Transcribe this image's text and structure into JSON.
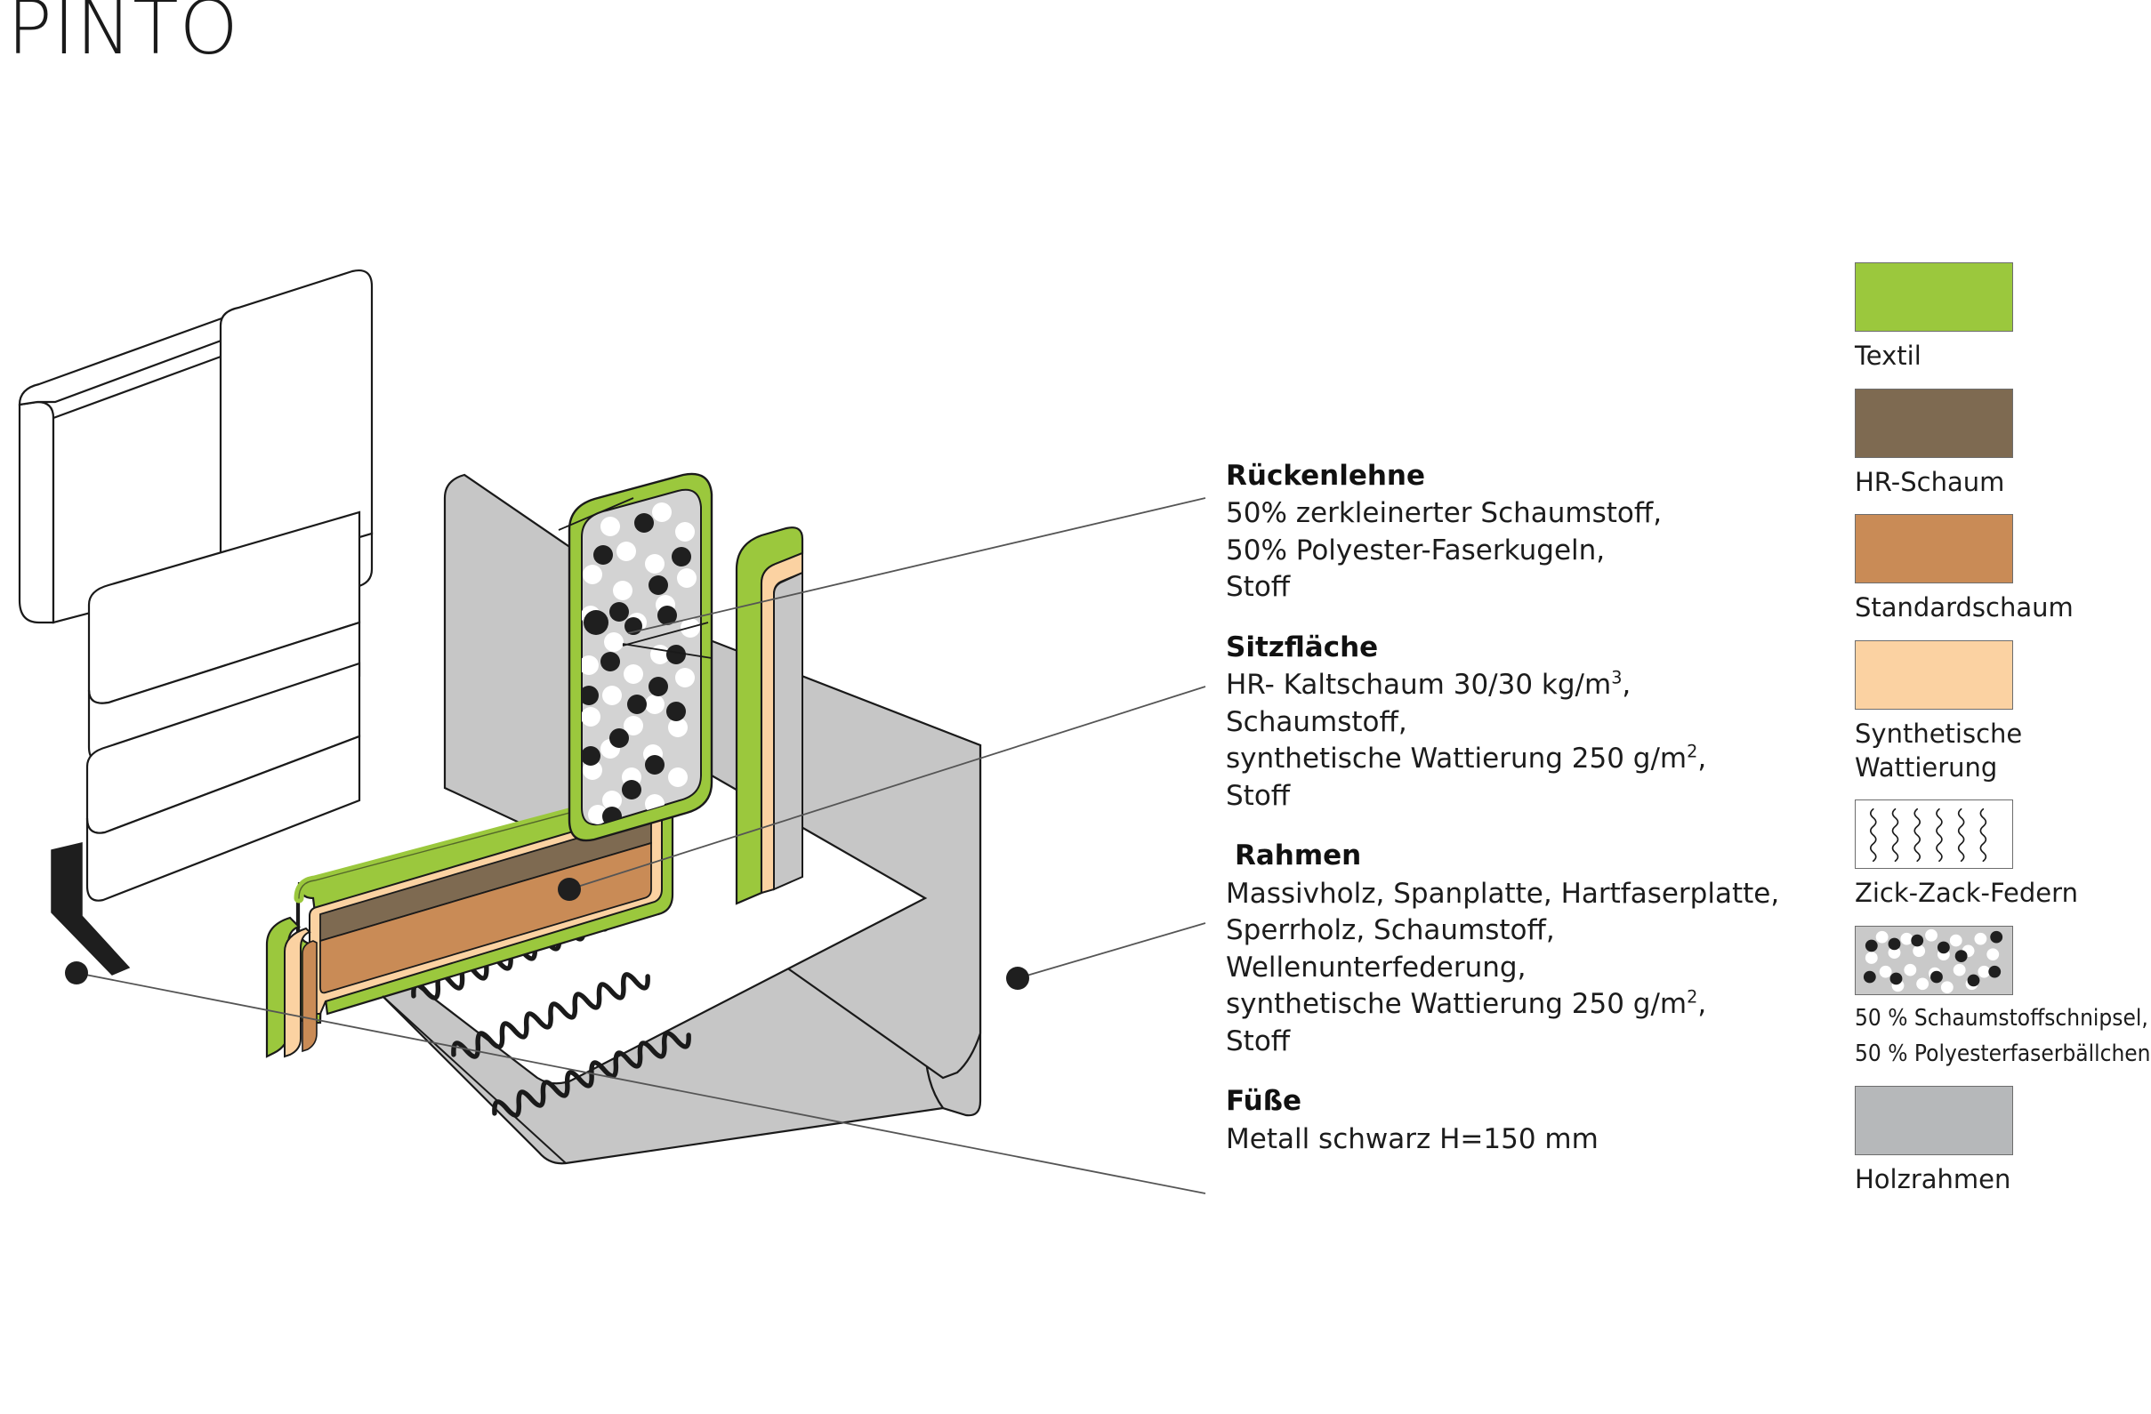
{
  "title": "PINTO",
  "specs": [
    {
      "heading": "Rückenlehne",
      "lines": [
        "50% zerkleinerter Schaumstoff,",
        "50% Polyester-Faserkugeln,",
        "Stoff"
      ]
    },
    {
      "heading": "Sitzfläche",
      "lines": [
        "HR- Kaltschaum 30/30 kg/m³,",
        "Schaumstoff,",
        "synthetische Wattierung 250 g/m²,",
        "Stoff"
      ]
    },
    {
      "heading": "Rahmen",
      "lines": [
        "Massivholz, Spanplatte, Hartfaserplatte,",
        "Sperrholz, Schaumstoff,",
        "Wellenunterfederung,",
        "synthetische Wattierung 250 g/m²,",
        "Stoff"
      ]
    },
    {
      "heading": "Füße",
      "lines": [
        "Metall schwarz H=150 mm"
      ]
    }
  ],
  "legend": [
    {
      "label": "Textil",
      "type": "solid",
      "color": "#9BC83D"
    },
    {
      "label": "HR-Schaum",
      "type": "solid",
      "color": "#7E6A51"
    },
    {
      "label": "Standardschaum",
      "type": "solid",
      "color": "#C98B56"
    },
    {
      "label": "Synthetische\nWattierung",
      "label_line1": "Synthetische",
      "label_line2": "Wattierung",
      "type": "solid",
      "color": "#FBD2A2"
    },
    {
      "label": "Zick-Zack-Federn",
      "type": "zigzag",
      "color": "#ffffff"
    },
    {
      "label_line1": "50 % Schaumstoffschnipsel,",
      "label_line2": "50 % Polyesterfaserbällchen",
      "label": "50 % Schaumstoffschnipsel, 50 % Polyesterfaserbällchen",
      "type": "dots",
      "color": "#C9C9C9"
    },
    {
      "label": "Holzrahmen",
      "type": "solid",
      "color": "#B6B8BA"
    }
  ],
  "colors": {
    "textile_green": "#9BC83D",
    "hr_foam_brown": "#7E6A51",
    "standard_foam": "#C98B56",
    "synthetic_wadding": "#FBD2A2",
    "wood_frame_grey": "#B6B8BA",
    "cushion_fill_grey": "#D2D2D2",
    "outline": "#1a1a1a",
    "leader": "#4a4a4a",
    "foot_black": "#1a1a1a"
  },
  "illustration": {
    "name": "sofa-cutaway-diagram",
    "parts": [
      "sofa-body",
      "armrest",
      "seat-cushion-cutaway",
      "backrest-cushion-cutaway",
      "zigzag-springs-deck",
      "wood-frame-back-panel",
      "metal-foot"
    ]
  }
}
